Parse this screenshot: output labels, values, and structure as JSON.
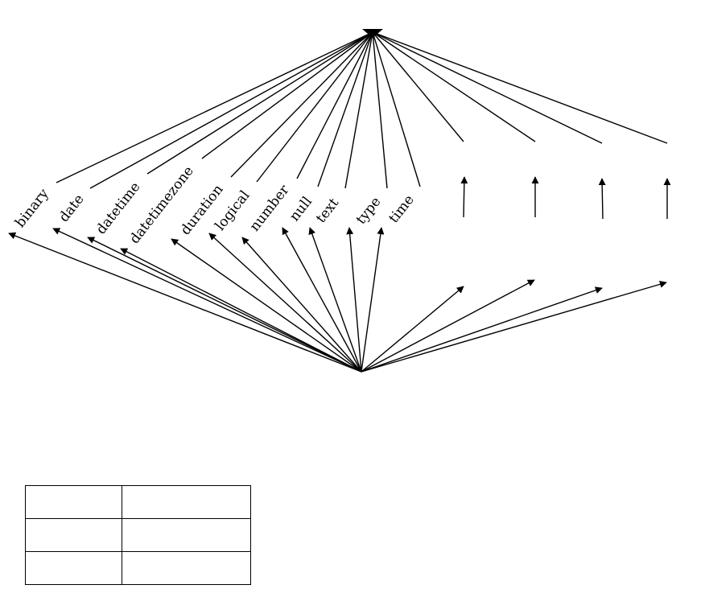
{
  "type_labels": [
    "binary",
    "date",
    "datetime",
    "datetimezone",
    "duration",
    "logical",
    "number",
    "null",
    "text",
    "type",
    "time"
  ],
  "table": {
    "rows": [
      [
        "",
        ""
      ],
      [
        "",
        ""
      ],
      [
        "",
        ""
      ]
    ]
  }
}
